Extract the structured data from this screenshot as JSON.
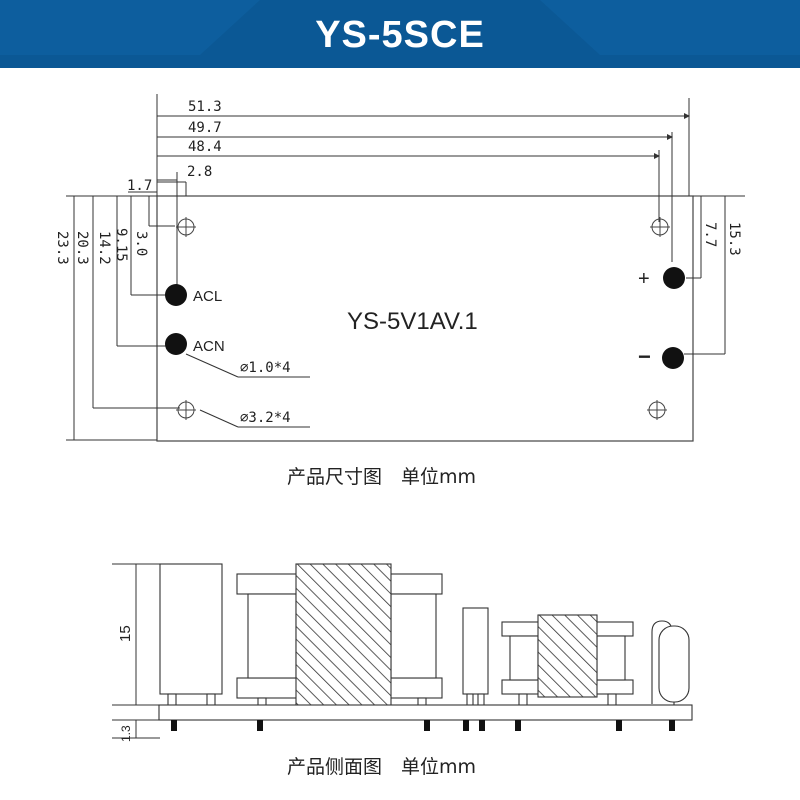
{
  "banner": {
    "title": "YS-5SCE",
    "color": "#0d5e9e"
  },
  "top_view": {
    "board_label": "YS-5V1AV.1",
    "pins": {
      "acl": "ACL",
      "acn": "ACN",
      "plus": "+",
      "minus": "−"
    },
    "horizontal_dims": [
      "51.3",
      "49.7",
      "48.4",
      "2.8",
      "1.7"
    ],
    "vertical_dims_left": [
      "23.3",
      "20.3",
      "14.2",
      "9.15",
      "3.0"
    ],
    "vertical_dims_right": [
      "7.7",
      "15.3"
    ],
    "callouts": [
      "∅1.0*4",
      "∅3.2*4"
    ],
    "caption": "产品尺寸图　单位mm"
  },
  "side_view": {
    "dims": [
      "15",
      "1.3"
    ],
    "caption": "产品侧面图　单位mm"
  }
}
